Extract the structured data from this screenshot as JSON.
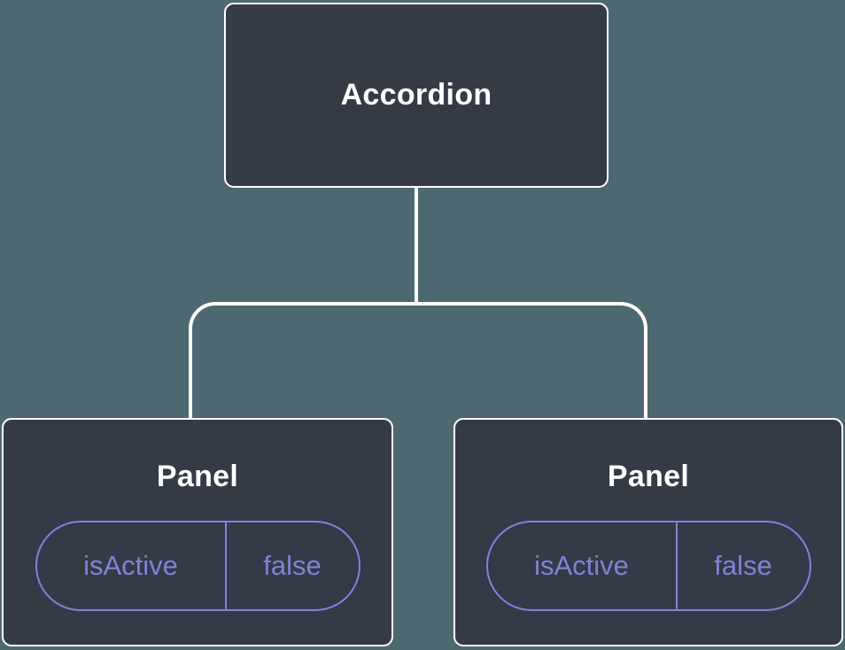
{
  "diagram": {
    "root": {
      "label": "Accordion"
    },
    "children": [
      {
        "label": "Panel",
        "state": {
          "key": "isActive",
          "value": "false"
        }
      },
      {
        "label": "Panel",
        "state": {
          "key": "isActive",
          "value": "false"
        }
      }
    ]
  },
  "colors": {
    "background": "#4d6870",
    "node_fill": "#343a46",
    "node_border": "#ffffff",
    "accent_purple": "#7e84d6",
    "label_text": "#ffffff"
  }
}
